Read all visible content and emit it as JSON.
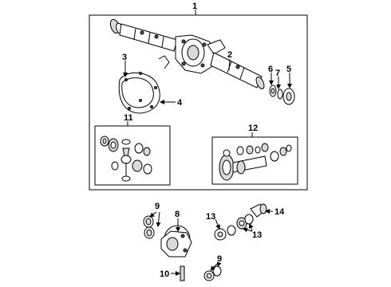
{
  "callouts": {
    "c1": "1",
    "c2": "2",
    "c3": "3",
    "c4": "4",
    "c5": "5",
    "c6": "6",
    "c7": "7",
    "c8": "8",
    "c9a": "9",
    "c9b": "9",
    "c10": "10",
    "c11": "11",
    "c12": "12",
    "c13a": "13",
    "c13b": "13",
    "c14": "14"
  }
}
